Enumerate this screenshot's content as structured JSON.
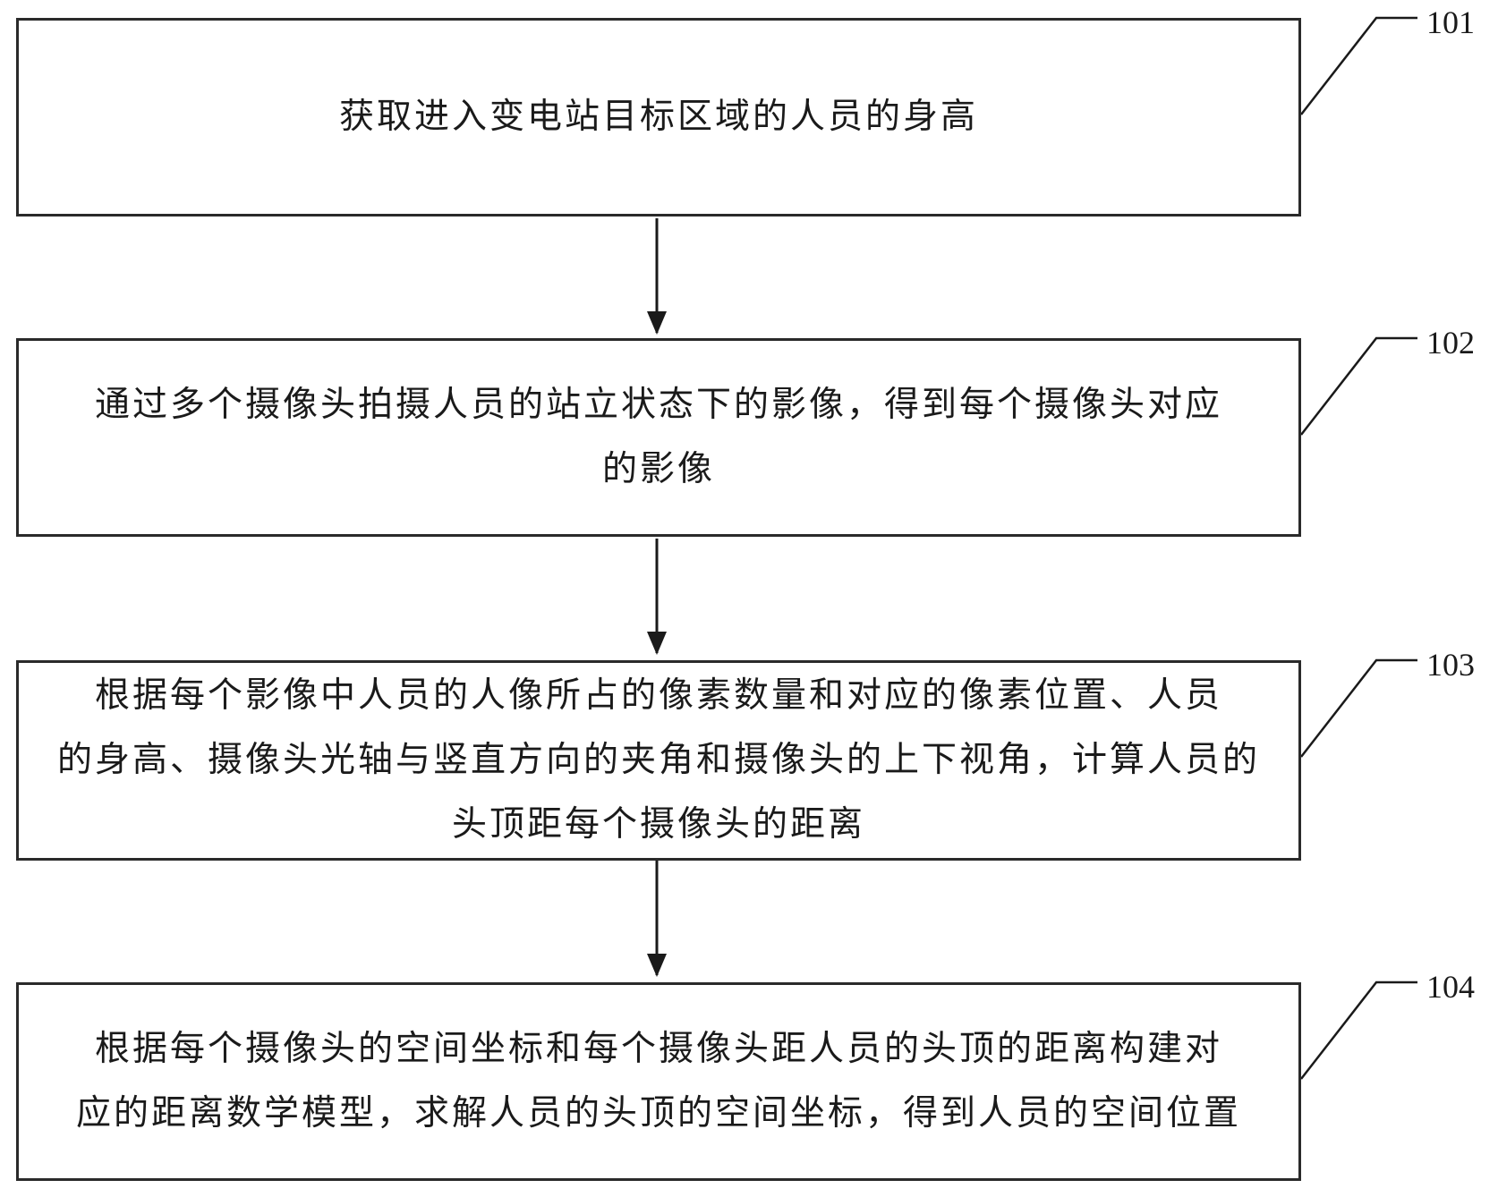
{
  "flowchart": {
    "steps": [
      {
        "label": "101",
        "text": "获取进入变电站目标区域的人员的身高"
      },
      {
        "label": "102",
        "text": "通过多个摄像头拍摄人员的站立状态下的影像，得到每个摄像头对应\n的影像"
      },
      {
        "label": "103",
        "text": "根据每个影像中人员的人像所占的像素数量和对应的像素位置、人员\n的身高、摄像头光轴与竖直方向的夹角和摄像头的上下视角，计算人员的\n头顶距每个摄像头的距离"
      },
      {
        "label": "104",
        "text": "根据每个摄像头的空间坐标和每个摄像头距人员的头顶的距离构建对\n应的距离数学模型，求解人员的头顶的空间坐标，得到人员的空间位置"
      }
    ]
  }
}
